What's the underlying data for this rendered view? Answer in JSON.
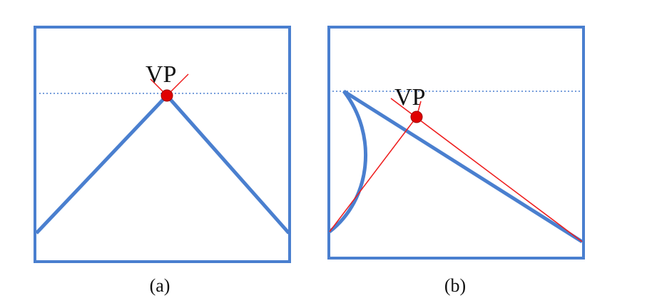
{
  "panels": [
    {
      "vp_label": "VP",
      "caption": "(a)"
    },
    {
      "vp_label": "VP",
      "caption": "(b)"
    }
  ],
  "colors": {
    "frame": "#4a7fcf",
    "road_edge": "#4a7fcf",
    "horizon": "#4a7fcf",
    "vanishing_lines": "#ee1c1c",
    "vanishing_point": "#e00000",
    "text": "#111111"
  }
}
